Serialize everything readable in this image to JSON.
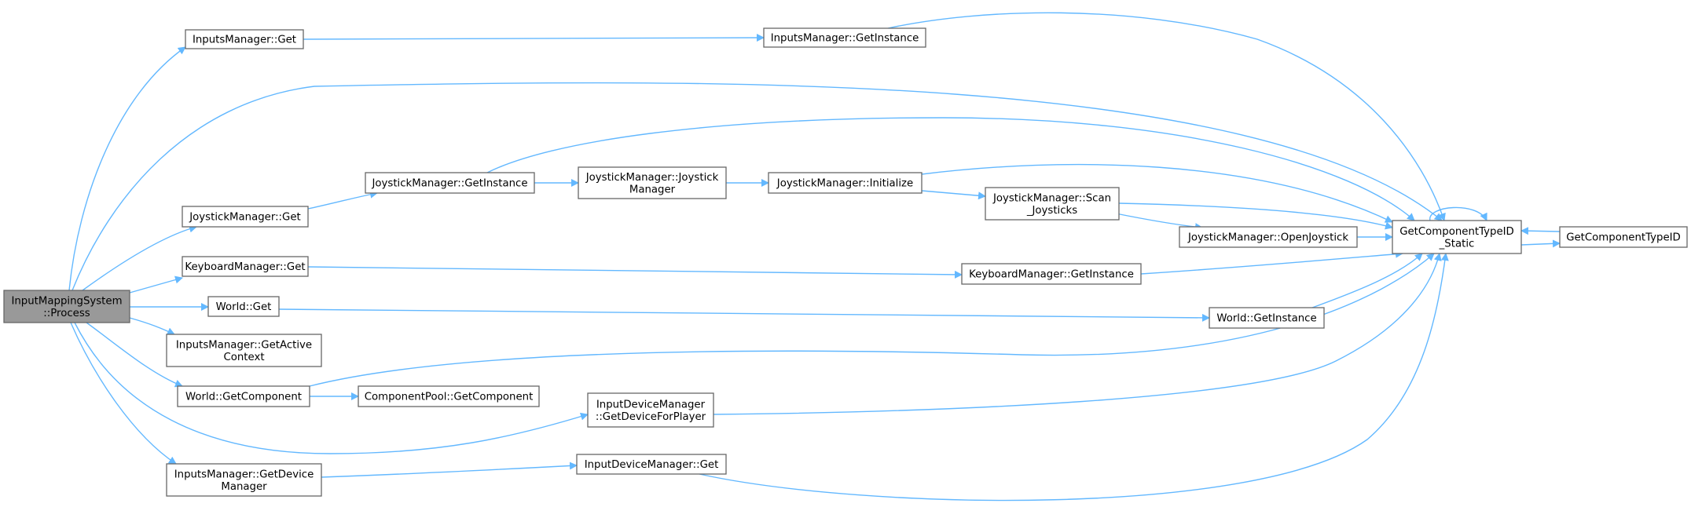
{
  "graph": {
    "nodes": [
      {
        "id": "root",
        "lines": [
          "InputMappingSystem",
          "::Process"
        ],
        "root": true
      },
      {
        "id": "im_get",
        "lines": [
          "InputsManager::Get"
        ]
      },
      {
        "id": "im_getinst",
        "lines": [
          "InputsManager::GetInstance"
        ]
      },
      {
        "id": "jm_get",
        "lines": [
          "JoystickManager::Get"
        ]
      },
      {
        "id": "jm_getinst",
        "lines": [
          "JoystickManager::GetInstance"
        ]
      },
      {
        "id": "jm_ctor",
        "lines": [
          "JoystickManager::Joystick",
          "Manager"
        ]
      },
      {
        "id": "jm_init",
        "lines": [
          "JoystickManager::Initialize"
        ]
      },
      {
        "id": "jm_scan",
        "lines": [
          "JoystickManager::Scan",
          "_Joysticks"
        ]
      },
      {
        "id": "jm_open",
        "lines": [
          "JoystickManager::OpenJoystick"
        ]
      },
      {
        "id": "gct_static",
        "lines": [
          "GetComponentTypeID",
          "_Static"
        ]
      },
      {
        "id": "gct",
        "lines": [
          "GetComponentTypeID"
        ]
      },
      {
        "id": "km_get",
        "lines": [
          "KeyboardManager::Get"
        ]
      },
      {
        "id": "km_getinst",
        "lines": [
          "KeyboardManager::GetInstance"
        ]
      },
      {
        "id": "world_get",
        "lines": [
          "World::Get"
        ]
      },
      {
        "id": "world_getinst",
        "lines": [
          "World::GetInstance"
        ]
      },
      {
        "id": "im_getctx",
        "lines": [
          "InputsManager::GetActive",
          "Context"
        ]
      },
      {
        "id": "world_getcomp",
        "lines": [
          "World::GetComponent"
        ]
      },
      {
        "id": "cp_getcomp",
        "lines": [
          "ComponentPool::GetComponent"
        ]
      },
      {
        "id": "idm_getdev",
        "lines": [
          "InputDeviceManager",
          "::GetDeviceForPlayer"
        ]
      },
      {
        "id": "im_getdevmgr",
        "lines": [
          "InputsManager::GetDevice",
          "Manager"
        ]
      },
      {
        "id": "idm_get",
        "lines": [
          "InputDeviceManager::Get"
        ]
      }
    ],
    "edges": [
      {
        "from": "root",
        "to": "im_get"
      },
      {
        "from": "root",
        "to": "gct_static"
      },
      {
        "from": "root",
        "to": "jm_get"
      },
      {
        "from": "root",
        "to": "km_get"
      },
      {
        "from": "root",
        "to": "world_get"
      },
      {
        "from": "root",
        "to": "im_getctx"
      },
      {
        "from": "root",
        "to": "world_getcomp"
      },
      {
        "from": "root",
        "to": "idm_getdev"
      },
      {
        "from": "root",
        "to": "im_getdevmgr"
      },
      {
        "from": "im_get",
        "to": "im_getinst"
      },
      {
        "from": "im_getinst",
        "to": "gct_static"
      },
      {
        "from": "jm_get",
        "to": "jm_getinst"
      },
      {
        "from": "jm_getinst",
        "to": "jm_ctor"
      },
      {
        "from": "jm_getinst",
        "to": "gct_static"
      },
      {
        "from": "jm_ctor",
        "to": "jm_init"
      },
      {
        "from": "jm_init",
        "to": "jm_scan"
      },
      {
        "from": "jm_init",
        "to": "gct_static"
      },
      {
        "from": "jm_scan",
        "to": "jm_open"
      },
      {
        "from": "jm_scan",
        "to": "gct_static"
      },
      {
        "from": "jm_open",
        "to": "gct_static"
      },
      {
        "from": "gct_static",
        "to": "gct_static"
      },
      {
        "from": "gct_static",
        "to": "gct"
      },
      {
        "from": "gct",
        "to": "gct_static"
      },
      {
        "from": "km_get",
        "to": "km_getinst"
      },
      {
        "from": "km_getinst",
        "to": "gct_static"
      },
      {
        "from": "world_get",
        "to": "world_getinst"
      },
      {
        "from": "world_getinst",
        "to": "gct_static"
      },
      {
        "from": "world_getcomp",
        "to": "cp_getcomp"
      },
      {
        "from": "world_getcomp",
        "to": "gct_static"
      },
      {
        "from": "idm_getdev",
        "to": "gct_static"
      },
      {
        "from": "im_getdevmgr",
        "to": "idm_get"
      },
      {
        "from": "idm_get",
        "to": "gct_static"
      }
    ]
  },
  "colors": {
    "edge": "#63b8ff",
    "node_border": "#666666",
    "root_fill": "#999999",
    "node_fill": "#ffffff"
  }
}
